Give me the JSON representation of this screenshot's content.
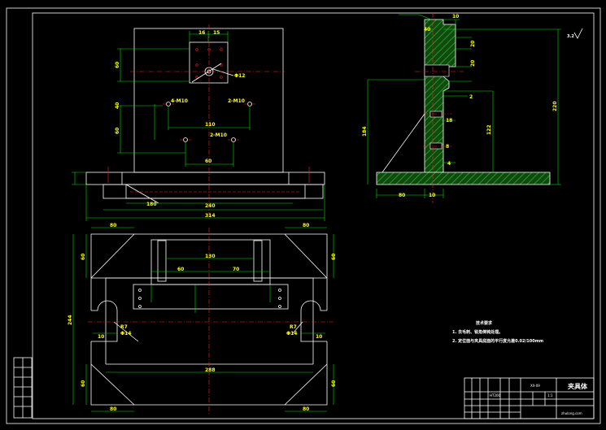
{
  "colors": {
    "background": "#000000",
    "outline": "#ffffff",
    "dimension": "#00e000",
    "centerline": "#ff2020",
    "dimension_text": "#ffff00",
    "hatch": "#1f8a1f"
  },
  "front_view": {
    "hole_label": "Φ12",
    "pattern_label_1": "4-M10",
    "pattern_label_2": "2-M10",
    "pattern_label_3": "2-M10",
    "dims": {
      "top_left": "16",
      "top_right": "15",
      "h1": "60",
      "h2": "40",
      "h3": "60",
      "mid_width": "110",
      "bottom_small": "60",
      "base_inner": "180",
      "base_width": "240",
      "overall_width": "314"
    }
  },
  "side_view": {
    "dims": {
      "top": "10",
      "top_right": "40",
      "n1": "20",
      "n2": "20",
      "n3": "2",
      "n4": "18",
      "n5": "8",
      "n6": "4",
      "height_small": "122",
      "height_mid": "184",
      "height_total": "220",
      "base_left": "80",
      "base_mid": "10"
    },
    "surface_mark": "3.2"
  },
  "plan_view": {
    "dims": {
      "left_top": "80",
      "right_top": "80",
      "left_h1": "60",
      "right_h1": "60",
      "inner_top": "130",
      "inner_left": "60",
      "inner_right": "70",
      "overall_height": "244",
      "left_small": "10",
      "right_small": "10",
      "left_r": "R7",
      "right_r": "R7",
      "left_phi": "Φ14",
      "right_phi": "Φ14",
      "bottom_width": "288",
      "left_bottom": "80",
      "right_bottom": "80",
      "left_h2": "60",
      "right_h2": "60"
    }
  },
  "notes": {
    "title": "技术要求",
    "line1": "1. 去毛刺、锐角倒钝处理。",
    "line2": "2. 定位面与夹具底面的平行度允差0.02/100mm"
  },
  "title_block": {
    "part_name": "XX-09",
    "drawing_title": "夹具体",
    "material": "HT200",
    "scale": "1:1",
    "website": "zhulong.com"
  }
}
